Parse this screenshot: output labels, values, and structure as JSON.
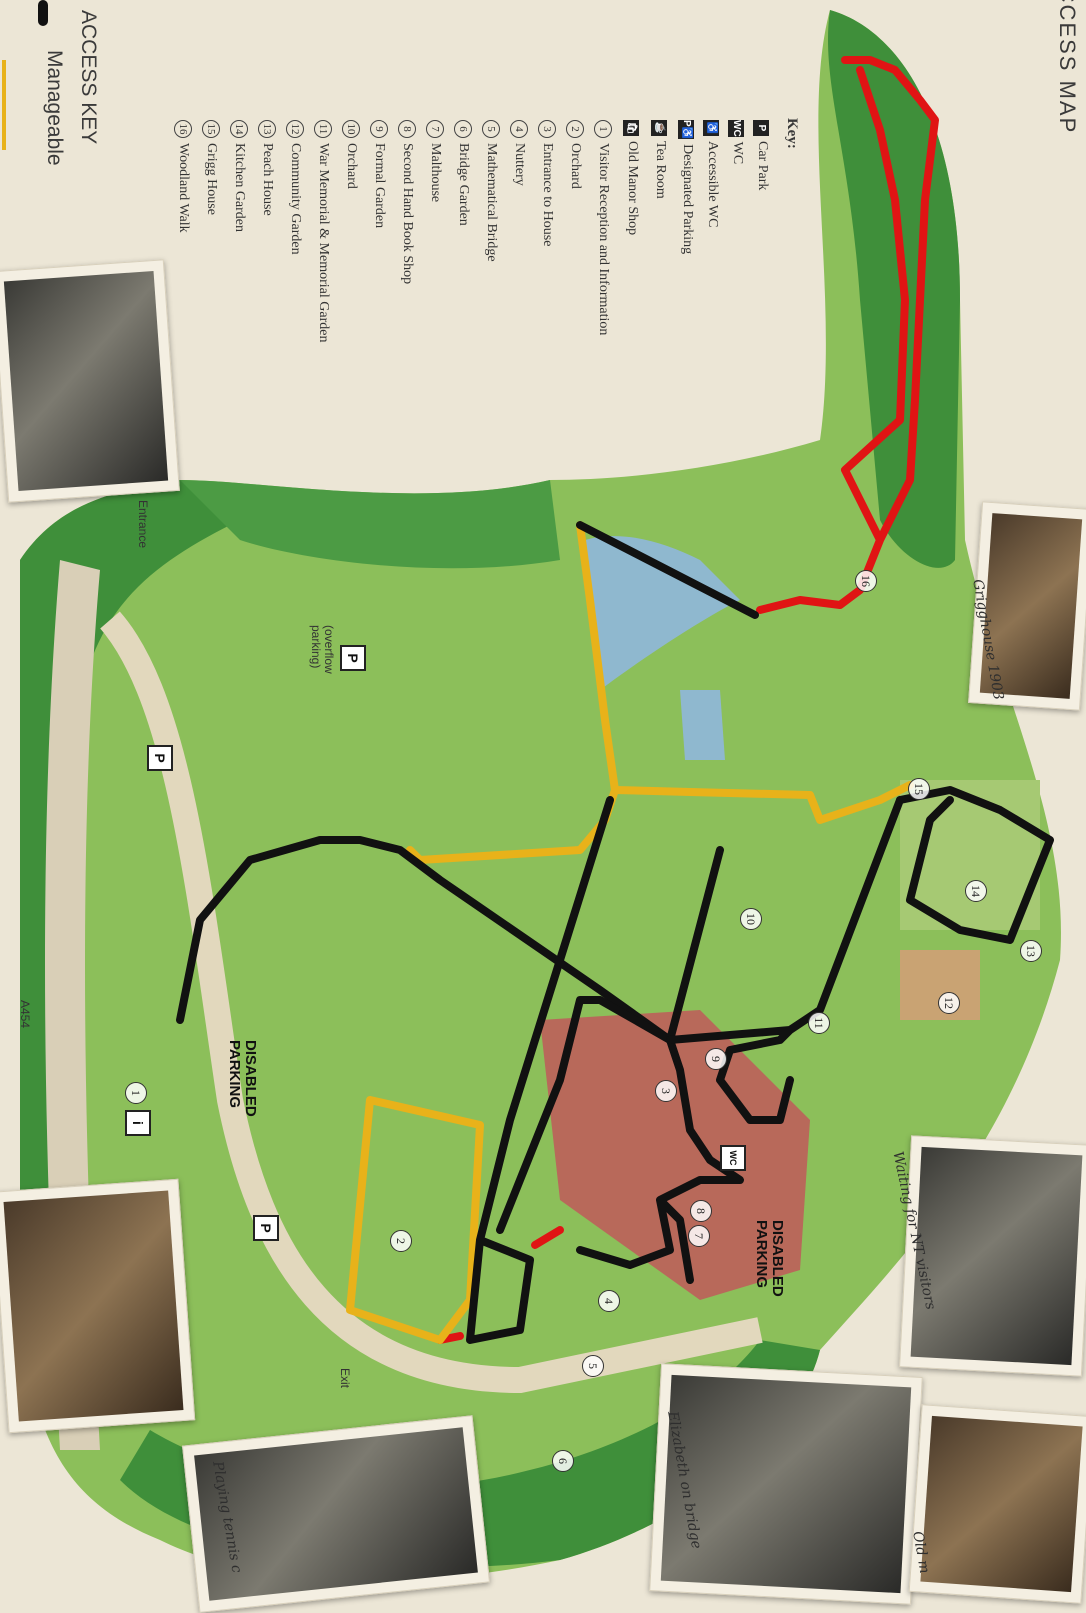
{
  "title": "ACCESS MAP",
  "access_key": {
    "heading": "ACCESS KEY",
    "levels": [
      {
        "label": "Manageable",
        "color": "#111111"
      }
    ]
  },
  "key": {
    "heading": "Key:",
    "symbols": [
      {
        "icon": "car-park-icon",
        "glyph": "P",
        "label": "Car Park"
      },
      {
        "icon": "wc-icon",
        "glyph": "WC",
        "label": "WC"
      },
      {
        "icon": "accessible-wc-icon",
        "glyph": "♿",
        "label": "Accessible WC"
      },
      {
        "icon": "designated-parking-icon",
        "glyph": "P♿",
        "label": "Designated Parking"
      },
      {
        "icon": "tea-room-icon",
        "glyph": "☕",
        "label": "Tea Room"
      },
      {
        "icon": "shop-icon",
        "glyph": "🛍",
        "label": "Old Manor Shop"
      }
    ],
    "places": [
      {
        "n": "1",
        "label": "Visitor Reception and Information"
      },
      {
        "n": "2",
        "label": "Orchard"
      },
      {
        "n": "3",
        "label": "Entrance to House"
      },
      {
        "n": "4",
        "label": "Nuttery"
      },
      {
        "n": "5",
        "label": "Mathematical Bridge"
      },
      {
        "n": "6",
        "label": "Bridge Garden"
      },
      {
        "n": "7",
        "label": "Malthouse"
      },
      {
        "n": "8",
        "label": "Second Hand Book Shop"
      },
      {
        "n": "9",
        "label": "Formal Garden"
      },
      {
        "n": "10",
        "label": "Orchard"
      },
      {
        "n": "11",
        "label": "War Memorial & Memorial Garden"
      },
      {
        "n": "12",
        "label": "Community Garden"
      },
      {
        "n": "13",
        "label": "Peach House"
      },
      {
        "n": "14",
        "label": "Kitchen Garden"
      },
      {
        "n": "15",
        "label": "Grigg House"
      },
      {
        "n": "16",
        "label": "Woodland Walk"
      }
    ]
  },
  "map_labels": {
    "entrance": "Entrance",
    "exit": "Exit",
    "road": "A454",
    "overflow_p": "P",
    "overflow_note": "(overflow parking)",
    "disabled_parking_1": "DISABLED PARKING",
    "disabled_parking_2": "DISABLED PARKING",
    "info": "i",
    "wc": "WC"
  },
  "captions": {
    "grigg": "Grigghouse 1903",
    "waiting": "Waiting for NT visitors",
    "elizabeth": "Elizabeth on bridge",
    "tennis": "Playing tennis c",
    "old": "Old m"
  },
  "colors": {
    "manageable": "#111111",
    "moderate": "#e8b21a",
    "challenging": "#e01414",
    "grass": "#8cbf5a",
    "trees": "#3f8f3a",
    "water": "#8fb8cf",
    "background": "#ece6d6"
  }
}
